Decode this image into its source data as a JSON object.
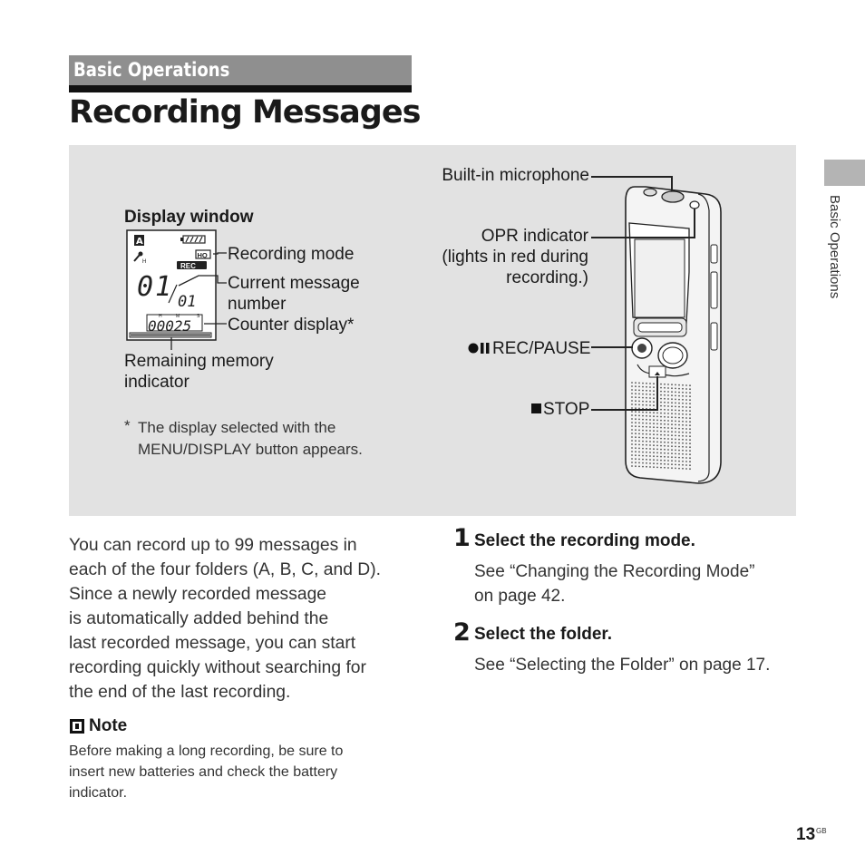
{
  "section": {
    "label": "Basic Operations"
  },
  "title": "Recording Messages",
  "side_tab": {
    "label": "Basic Operations"
  },
  "figure": {
    "built_in_microphone": "Built-in microphone",
    "display_window": "Display window",
    "recording_mode": "Recording mode",
    "current_message": [
      "Current message",
      "number"
    ],
    "counter_display": "Counter display*",
    "remaining_memory": [
      "Remaining memory",
      "indicator"
    ],
    "opr_indicator": [
      "OPR indicator",
      "(lights in red during",
      "recording.)"
    ],
    "rec_pause": "REC/PAUSE",
    "stop": "STOP",
    "footnote_marker": "*",
    "footnote": [
      "The display selected with the",
      "MENU/DISPLAY button appears."
    ],
    "lcd": {
      "folder": "A",
      "mic_sub": "H",
      "hq": "HQ",
      "rec": "REC",
      "big_num": "01",
      "small_num": "01",
      "h": "H",
      "m": "M",
      "s": "S",
      "counter": "00025"
    }
  },
  "intro": [
    "You can record up to 99 messages in",
    "each of the four folders (A, B, C, and D).",
    "Since a newly recorded message",
    "is automatically added behind the",
    "last recorded message, you can start",
    "recording quickly without searching for",
    "the end of the last recording."
  ],
  "note": {
    "heading": "Note",
    "text": [
      "Before making a long recording, be sure to",
      "insert new batteries and check the battery",
      "indicator."
    ]
  },
  "steps": [
    {
      "number": "1",
      "title": "Select the recording mode.",
      "body": [
        "See “Changing the Recording Mode”",
        "on page 42."
      ]
    },
    {
      "number": "2",
      "title": "Select the folder.",
      "body": [
        "See “Selecting the Folder” on page 17."
      ]
    }
  ],
  "page": {
    "number": "13",
    "suffix": "GB"
  }
}
